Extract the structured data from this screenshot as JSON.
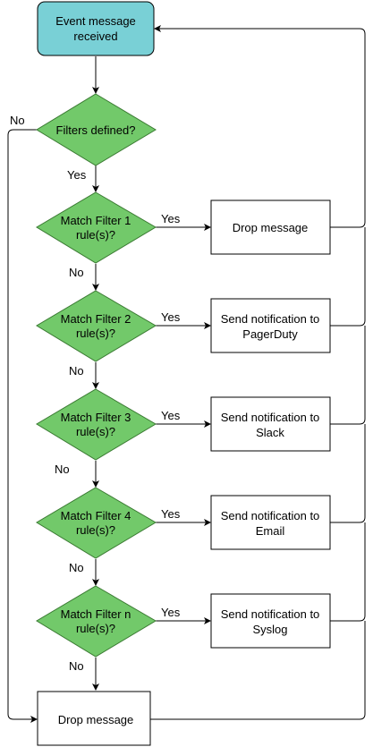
{
  "colors": {
    "start_fill": "#79d0d6",
    "decision_fill": "#72c96a",
    "decision_stroke": "#3a7a32",
    "process_fill": "#ffffff",
    "line": "#000000"
  },
  "nodes": {
    "start": {
      "line1": "Event message",
      "line2": "received"
    },
    "filters_defined": {
      "line1": "Filters defined?"
    },
    "filter1": {
      "line1": "Match Filter 1",
      "line2": "rule(s)?"
    },
    "filter2": {
      "line1": "Match Filter 2",
      "line2": "rule(s)?"
    },
    "filter3": {
      "line1": "Match Filter 3",
      "line2": "rule(s)?"
    },
    "filter4": {
      "line1": "Match Filter 4",
      "line2": "rule(s)?"
    },
    "filtern": {
      "line1": "Match Filter n",
      "line2": "rule(s)?"
    },
    "drop1": {
      "line1": "Drop message"
    },
    "pagerduty": {
      "line1": "Send notification to",
      "line2": "PagerDuty"
    },
    "slack": {
      "line1": "Send notification to",
      "line2": "Slack"
    },
    "email": {
      "line1": "Send notification to",
      "line2": "Email"
    },
    "syslog": {
      "line1": "Send notification to",
      "line2": "Syslog"
    },
    "drop_final": {
      "line1": "Drop message"
    }
  },
  "edge_labels": {
    "no_filters": "No",
    "yes_filters": "Yes",
    "f1_yes": "Yes",
    "f1_no": "No",
    "f2_yes": "Yes",
    "f2_no": "No",
    "f3_yes": "Yes",
    "f3_no": "No",
    "f4_yes": "Yes",
    "f4_no": "No",
    "fn_yes": "Yes",
    "fn_no": "No"
  }
}
